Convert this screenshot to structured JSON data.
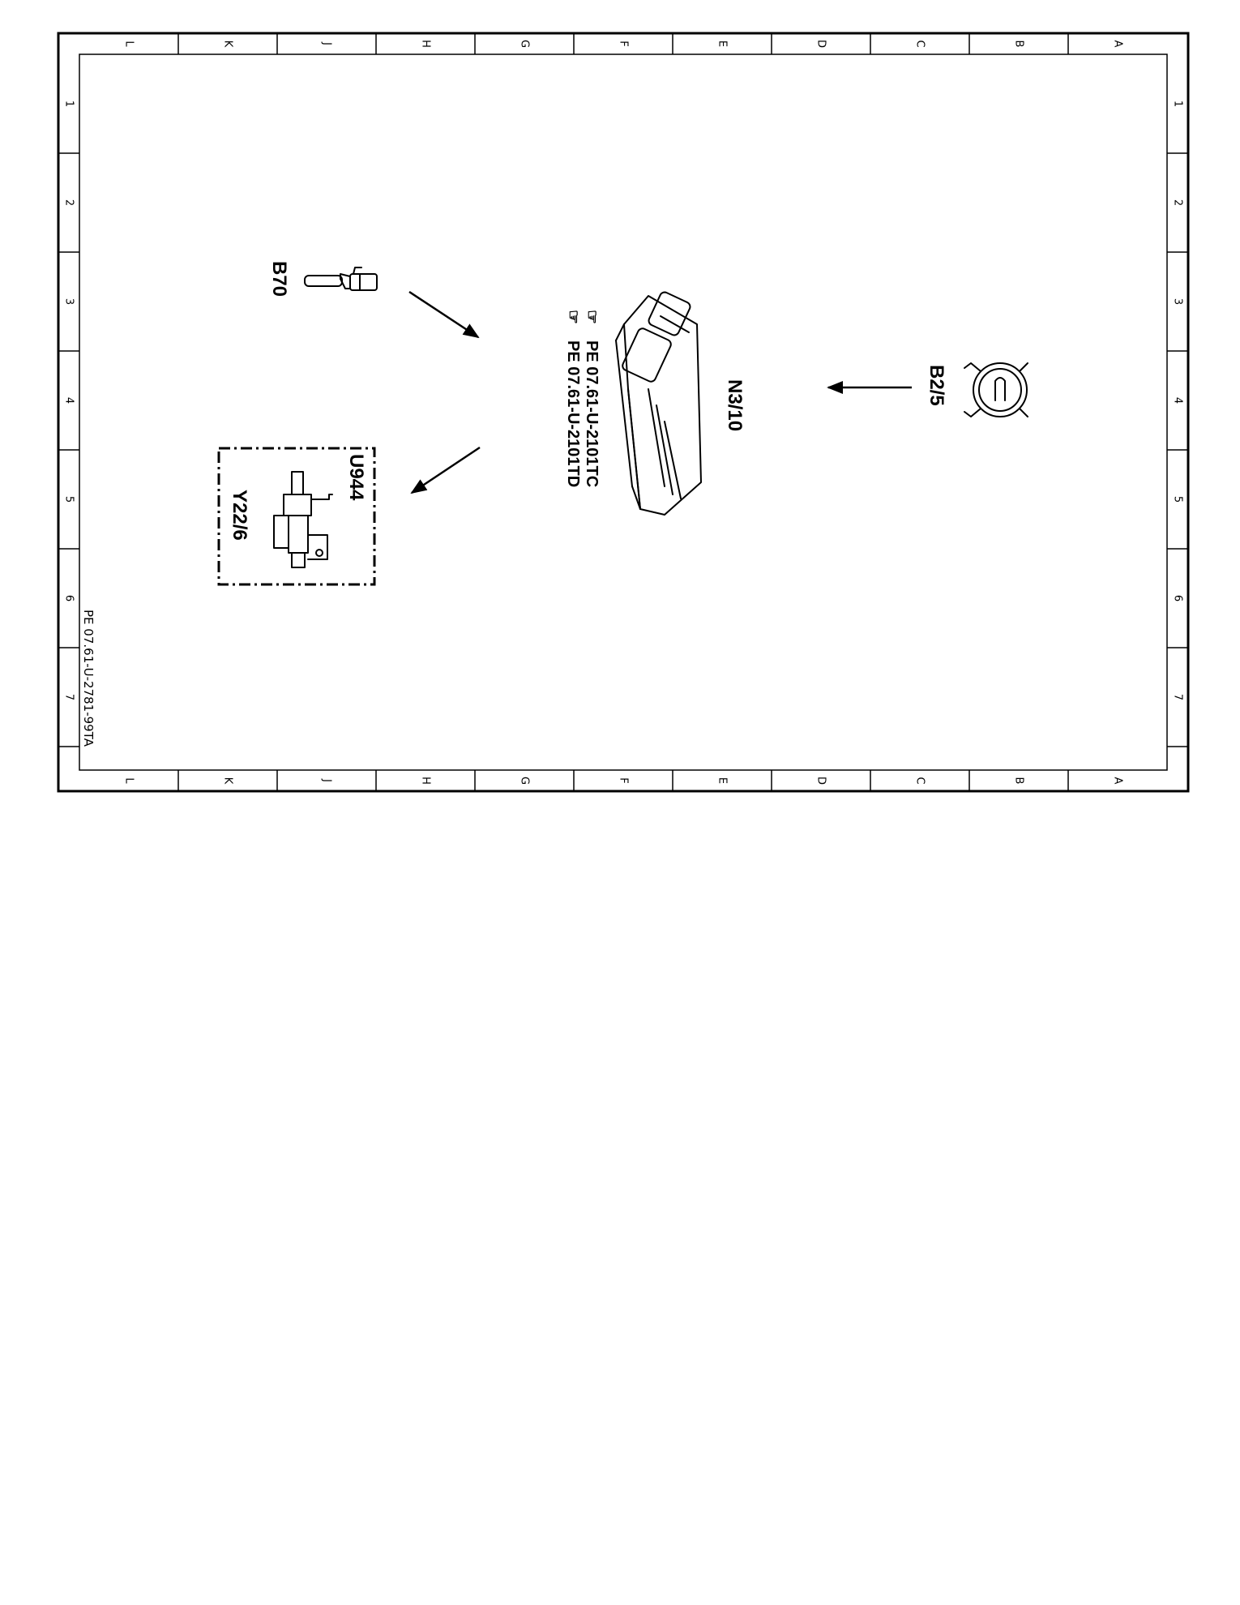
{
  "frame": {
    "col_letters": [
      "L",
      "K",
      "J",
      "H",
      "G",
      "F",
      "E",
      "D",
      "C",
      "B",
      "A"
    ],
    "row_numbers": [
      "1",
      "2",
      "3",
      "4",
      "5",
      "6",
      "7"
    ],
    "doc_id": "PE 07.61-U-2781-99TA"
  },
  "components": {
    "b70": {
      "label": "B70"
    },
    "n3_10": {
      "label": "N3/10"
    },
    "b2_5": {
      "label": "B2/5"
    },
    "u944": {
      "label": "U944"
    },
    "y22_6": {
      "label": "Y22/6"
    }
  },
  "references": [
    {
      "text": "PE  07.61-U-2101TC"
    },
    {
      "text": "PE  07.61-U-2101TD"
    }
  ]
}
